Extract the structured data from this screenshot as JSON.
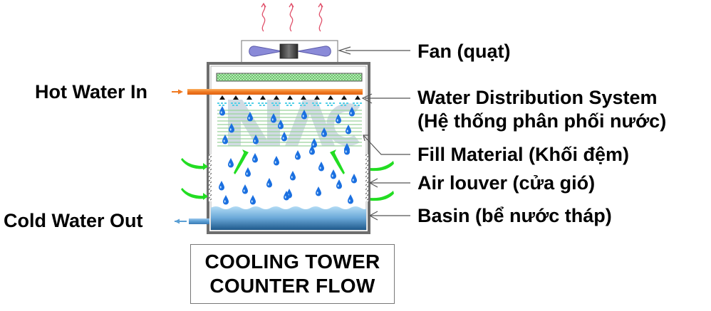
{
  "diagram": {
    "title_lines": [
      "COOLING TOWER",
      "COUNTER FLOW"
    ],
    "labels_right": {
      "fan": "Fan (quạt)",
      "water_distribution_line1": "Water Distribution System",
      "water_distribution_line2": "(Hệ thống phân phối nước)",
      "fill_material": "Fill Material (Khối đệm)",
      "air_louver": "Air louver (cửa gió)",
      "basin": "Basin (bể nước tháp)"
    },
    "labels_left": {
      "hot_water_in": "Hot Water In",
      "cold_water_out": "Cold Water Out"
    },
    "watermark": "NAC",
    "colors": {
      "frame": "#6e6e6e",
      "hot_pipe": "#f07a22",
      "cold_pipe": "#5a9fd4",
      "fan_blade": "#8a8ad8",
      "air_arrow": "#22dd22",
      "drop": "#1a6fe0",
      "spray": "#55d0e8",
      "fill_line": "#9ad29a",
      "basin_top": "#a8d4f0",
      "basin_bottom": "#1f5a8c",
      "steam": "#e0506a",
      "media": "#7fd47f"
    }
  }
}
